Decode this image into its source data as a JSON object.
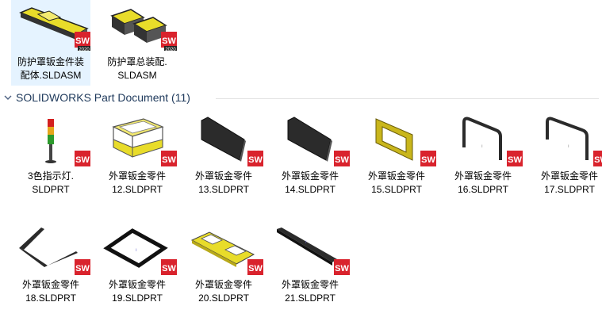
{
  "top_files": [
    {
      "name": "防护罩钣金件装\n配体.SLDASM",
      "selected": true,
      "icon": "assembly-guard-icon"
    },
    {
      "name": "防护罩总装配.\nSLDASM",
      "selected": false,
      "icon": "assembly-total-icon"
    }
  ],
  "group": {
    "title": "SOLIDWORKS Part Document (11)"
  },
  "parts_row1": [
    {
      "name": "3色指示灯.\nSLDPRT",
      "icon": "signal-light-icon"
    },
    {
      "name": "外罩钣金零件\n12.SLDPRT",
      "icon": "frame-box-icon"
    },
    {
      "name": "外罩钣金零件\n13.SLDPRT",
      "icon": "dark-plate-icon"
    },
    {
      "name": "外罩钣金零件\n14.SLDPRT",
      "icon": "dark-plate-icon"
    },
    {
      "name": "外罩钣金零件\n15.SLDPRT",
      "icon": "yellow-frame-icon"
    },
    {
      "name": "外罩钣金零件\n16.SLDPRT",
      "icon": "arch-bar-icon"
    },
    {
      "name": "外罩钣金零件\n17.SLDPRT",
      "icon": "arch-bar-icon"
    }
  ],
  "parts_row2": [
    {
      "name": "外罩钣金零件\n18.SLDPRT",
      "icon": "l-frame-icon"
    },
    {
      "name": "外罩钣金零件\n19.SLDPRT",
      "icon": "rect-frame-icon"
    },
    {
      "name": "外罩钣金零件\n20.SLDPRT",
      "icon": "yellow-plate-icon"
    },
    {
      "name": "外罩钣金零件\n21.SLDPRT",
      "icon": "long-bar-icon"
    }
  ],
  "badges": {
    "sw_text": "SW",
    "year_text": "2020"
  },
  "colors": {
    "sw_red": "#d9232d",
    "part_yellow": "#e8dc2a",
    "part_dark": "#2b2b2b",
    "selection": "#e5f3ff",
    "header_text": "#1e395b"
  }
}
